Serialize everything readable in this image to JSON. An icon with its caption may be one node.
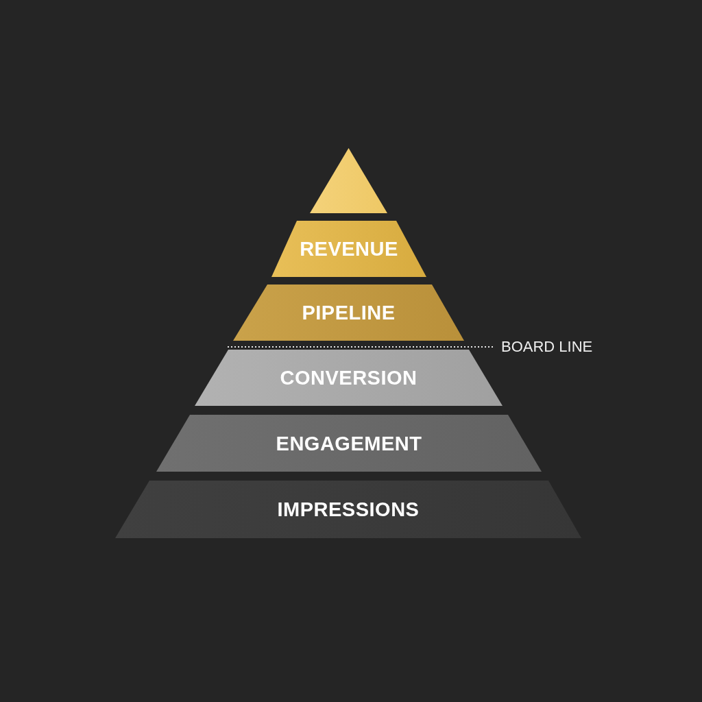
{
  "diagram": {
    "nodes": [
      {
        "text": [],
        "shape": "triangle"
      },
      {
        "text": [
          "REVENUE"
        ]
      },
      {
        "text": [
          "PIPELINE"
        ]
      },
      {
        "text": [
          "CONVERSION"
        ]
      },
      {
        "text": [
          "ENGAGEMENT"
        ]
      },
      {
        "text": [
          "IMPRESSIONS"
        ]
      }
    ],
    "edges": [],
    "labels": [
      "BOARD LINE"
    ]
  }
}
